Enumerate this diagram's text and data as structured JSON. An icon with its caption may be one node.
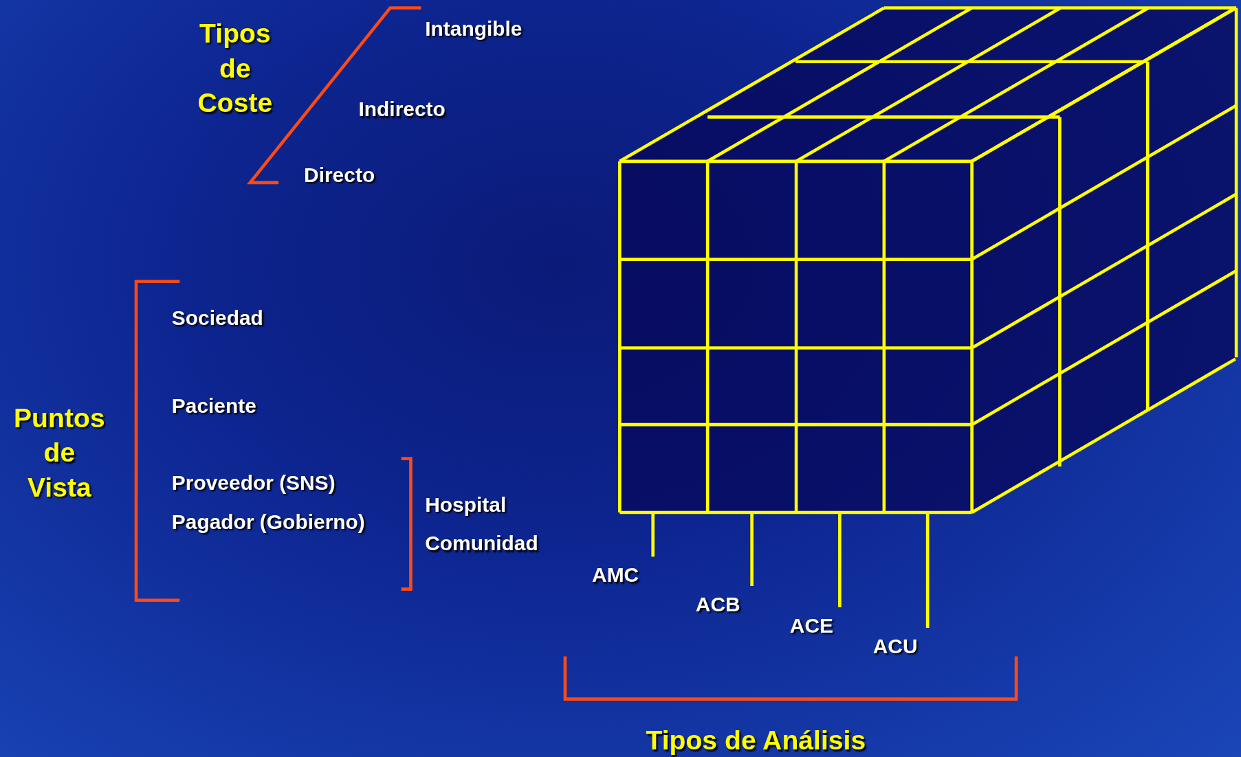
{
  "diagram": {
    "nodes": [
      {
        "text": [],
        "shape": "cube"
      },
      {
        "text": [
          "AMC"
        ]
      },
      {
        "text": [
          "ACB"
        ]
      },
      {
        "text": [
          "ACE"
        ]
      },
      {
        "text": [
          "ACU"
        ]
      }
    ],
    "edges": [
      {
        "from": 1,
        "to": 0,
        "arrow": "none"
      },
      {
        "from": 2,
        "to": 0,
        "arrow": "none"
      },
      {
        "from": 3,
        "to": 0,
        "arrow": "none"
      },
      {
        "from": 4,
        "to": 0,
        "arrow": "none"
      }
    ],
    "labels": [
      "Tipos de Coste",
      "Intangible",
      "Indirecto",
      "Directo",
      "Puntos de Vista",
      "Sociedad",
      "Paciente",
      "Proveedor (SNS)",
      "Pagador (Gobierno)",
      "Hospital",
      "Comunidad",
      "Tipos de Análisis"
    ]
  }
}
